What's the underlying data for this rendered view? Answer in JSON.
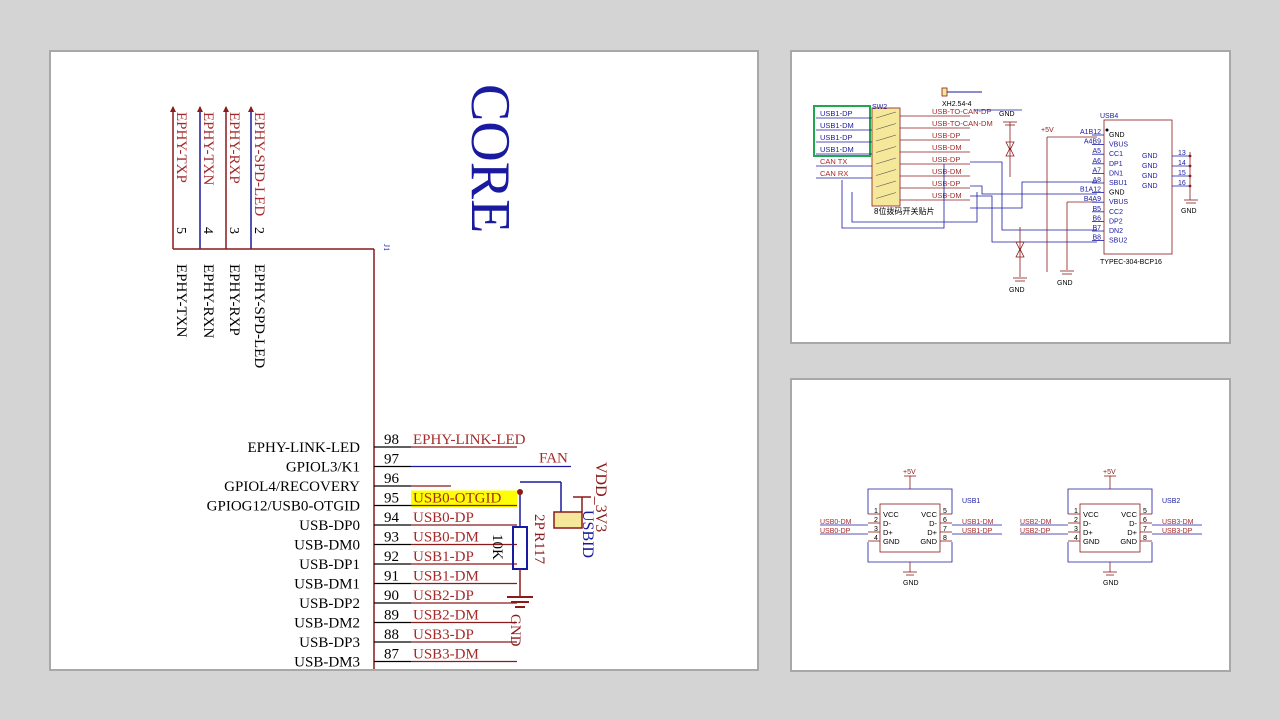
{
  "colors": {
    "wire": "#8b1a1a",
    "net": "#a52a2a",
    "bus": "#1a1aa0",
    "pin": "#000000",
    "highlight": "#ffff00",
    "frame": "#1fa84f",
    "part": "#f6e89a"
  },
  "main": {
    "core_label": "CORE",
    "ref": "J1",
    "top_nets": [
      "EPHY-TXP",
      "EPHY-TXN",
      "EPHY-RXP",
      "EPHY-SPD-LED"
    ],
    "top_nums": [
      "5",
      "4",
      "3",
      "2"
    ],
    "top_pins": [
      "EPHY-TXN",
      "EPHY-RXN",
      "EPHY-RXP",
      "EPHY-SPD-LED"
    ],
    "rows": [
      {
        "num": "98",
        "pin": "EPHY-LINK-LED",
        "net": "EPHY-LINK-LED"
      },
      {
        "num": "97",
        "pin": "GPIOL3/K1",
        "net": "FAN"
      },
      {
        "num": "96",
        "pin": "GPIOL4/RECOVERY",
        "net": ""
      },
      {
        "num": "95",
        "pin": "GPIOG12/USB0-OTGID",
        "net": "USB0-OTGID"
      },
      {
        "num": "94",
        "pin": "USB-DP0",
        "net": "USB0-DP"
      },
      {
        "num": "93",
        "pin": "USB-DM0",
        "net": "USB0-DM"
      },
      {
        "num": "92",
        "pin": "USB-DP1",
        "net": "USB1-DP"
      },
      {
        "num": "91",
        "pin": "USB-DM1",
        "net": "USB1-DM"
      },
      {
        "num": "90",
        "pin": "USB-DP2",
        "net": "USB2-DP"
      },
      {
        "num": "89",
        "pin": "USB-DM2",
        "net": "USB2-DM"
      },
      {
        "num": "88",
        "pin": "USB-DP3",
        "net": "USB3-DP"
      },
      {
        "num": "87",
        "pin": "USB-DM3",
        "net": "USB3-DM"
      }
    ],
    "resistor": {
      "ref": "R117",
      "value": "10K",
      "pkg": "2P"
    },
    "vdd": "VDD_3V3",
    "usbid": "USBID",
    "gnd": "GND"
  },
  "topright": {
    "header": "XH2.54-4",
    "sw": "SW2",
    "sw_desc": "8位拨码开关贴片",
    "left_nets": [
      "USB1-DP",
      "USB1-DM",
      "USB1-DP",
      "USB1-DM",
      "CAN TX",
      "CAN RX"
    ],
    "right_nets": [
      "USB-TO-CAN-DP",
      "USB-TO-CAN-DM",
      "USB-DP",
      "USB-DM",
      "USB-DP",
      "USB-DM",
      "USB-DP",
      "USB-DM"
    ],
    "conn_ref": "USB4",
    "conn_part": "TYPEC-304-BCP16",
    "conn_pins_left": [
      "A1B12",
      "A4B9",
      "A5",
      "A6",
      "A7",
      "A8",
      "B1A12",
      "B4A9",
      "B5",
      "B6",
      "B7",
      "B8"
    ],
    "conn_sig": [
      "GND",
      "VBUS",
      "CC1",
      "DP1",
      "DN1",
      "SBU1",
      "GND",
      "VBUS",
      "CC2",
      "DP2",
      "DN2",
      "SBU2"
    ],
    "conn_gnd_right": [
      "GND",
      "GND",
      "GND",
      "GND"
    ],
    "conn_pins_right": [
      "13",
      "14",
      "15",
      "16"
    ],
    "gnd": "GND",
    "plus5": "+5V"
  },
  "bottomright": {
    "chips": [
      {
        "ref": "USB1",
        "in_dm": "USB0-DM",
        "in_dp": "USB0-DP",
        "out_dm": "USB1-DM",
        "out_dp": "USB1-DP"
      },
      {
        "ref": "USB2",
        "in_dm": "USB2-DM",
        "in_dp": "USB2-DP",
        "out_dm": "USB3-DM",
        "out_dp": "USB3-DP"
      }
    ],
    "pins_l": [
      "1",
      "2",
      "3",
      "4"
    ],
    "pins_r": [
      "5",
      "6",
      "7",
      "8"
    ],
    "sig_l": [
      "VCC",
      "D-",
      "D+",
      "GND"
    ],
    "sig_r": [
      "VCC",
      "D-",
      "D+",
      "GND"
    ],
    "plus5": "+5V",
    "gnd": "GND"
  }
}
